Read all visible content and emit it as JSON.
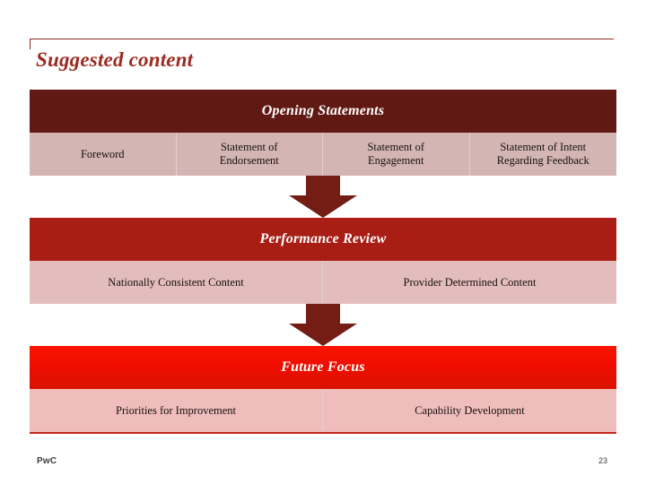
{
  "slide": {
    "title": "Suggested content"
  },
  "sections": [
    {
      "band_label": "Opening Statements",
      "cells": [
        "Foreword",
        "Statement of\nEndorsement",
        "Statement of\nEngagement",
        "Statement of Intent\nRegarding Feedback"
      ]
    },
    {
      "band_label": "Performance Review",
      "cells": [
        "Nationally Consistent Content",
        "Provider Determined Content"
      ]
    },
    {
      "band_label": "Future Focus",
      "cells": [
        "Priorities for Improvement",
        "Capability Development"
      ]
    }
  ],
  "connectors": [
    {
      "name": "arrow-down-1"
    },
    {
      "name": "arrow-down-2"
    }
  ],
  "footer": {
    "logo": "PwC",
    "page_number": "23"
  },
  "colors": {
    "title": "#9c2a20",
    "band_maroon": "#611913",
    "band_red": "#a81d14",
    "band_bright_red": "#f00d00",
    "cell_tone_1": "#d3b5b3",
    "cell_tone_2": "#e3bcbc",
    "cell_tone_3": "#efbdbc",
    "arrow": "#731d14",
    "rule": "#8b2a22",
    "footer_text": "#3c3c3c"
  }
}
